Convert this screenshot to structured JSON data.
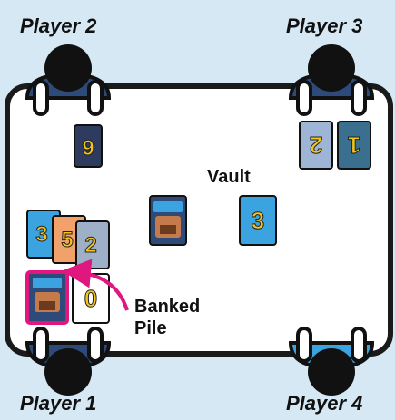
{
  "players": {
    "p1": "Player 1",
    "p2": "Player 2",
    "p3": "Player 3",
    "p4": "Player 4"
  },
  "labels": {
    "vault": "Vault",
    "banked_line1": "Banked",
    "banked_line2": "Pile"
  },
  "cards": {
    "p2_card": "9",
    "p3_card_left": "2",
    "p3_card_right": "1",
    "vault_card": "3",
    "p1_hand_1": "3",
    "p1_hand_2": "5",
    "p1_hand_3": "2",
    "p1_next_to_bank": "0"
  },
  "colors": {
    "background": "#d5e8f3",
    "table": "#ffffff",
    "table_border": "#1a1a1a",
    "card_dark": "#2d3b5e",
    "card_light_blue": "#9fb5d5",
    "card_teal": "#3a6f8f",
    "card_sky": "#3aa3e0",
    "card_orange": "#f2a16b",
    "card_gray_blue": "#9eb0c8",
    "bank_highlight": "#e0177f",
    "player4_shirt": "#3aa3e0",
    "player_shirt": "#2d4a78",
    "digit_gold": "#f5c518"
  }
}
